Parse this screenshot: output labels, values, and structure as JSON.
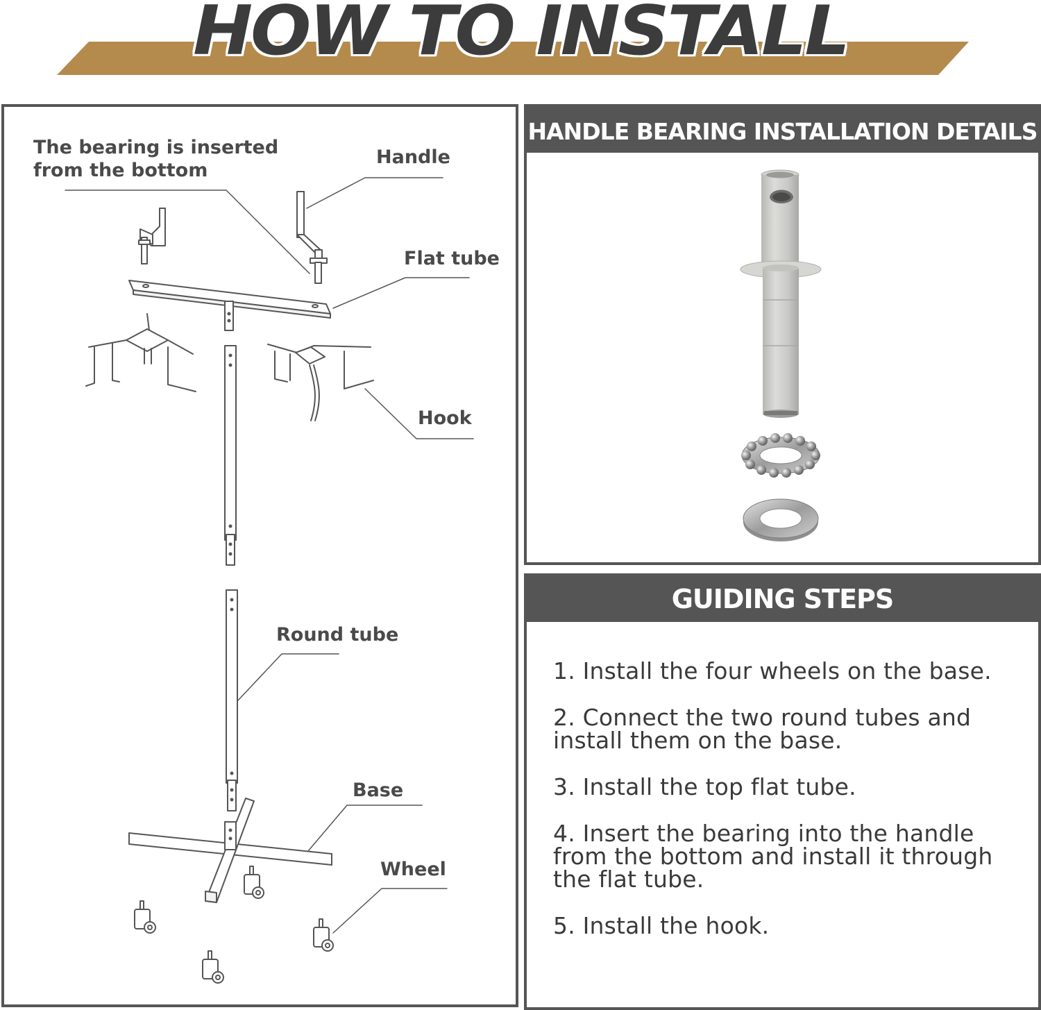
{
  "banner": {
    "title": "HOW TO INSTALL",
    "accent_color": "#b48b4d",
    "text_color": "#3c3c3c"
  },
  "diagram": {
    "callouts": {
      "bearing_note": "The bearing is inserted from the bottom",
      "handle": "Handle",
      "flat_tube": "Flat tube",
      "hook": "Hook",
      "round_tube": "Round tube",
      "base": "Base",
      "wheel": "Wheel"
    },
    "line_color": "#555555"
  },
  "bearing_details": {
    "header": "HANDLE BEARING INSTALLATION DETAILS",
    "header_bg": "#555555"
  },
  "guiding_steps": {
    "header": "GUIDING STEPS",
    "steps": [
      "1. Install the four wheels on the base.",
      "2. Connect the two round tubes and install them on the base.",
      "3. Install the top flat tube.",
      "4. Insert the bearing into the handle from the bottom and install it through the flat tube.",
      "5. Install the hook."
    ]
  }
}
